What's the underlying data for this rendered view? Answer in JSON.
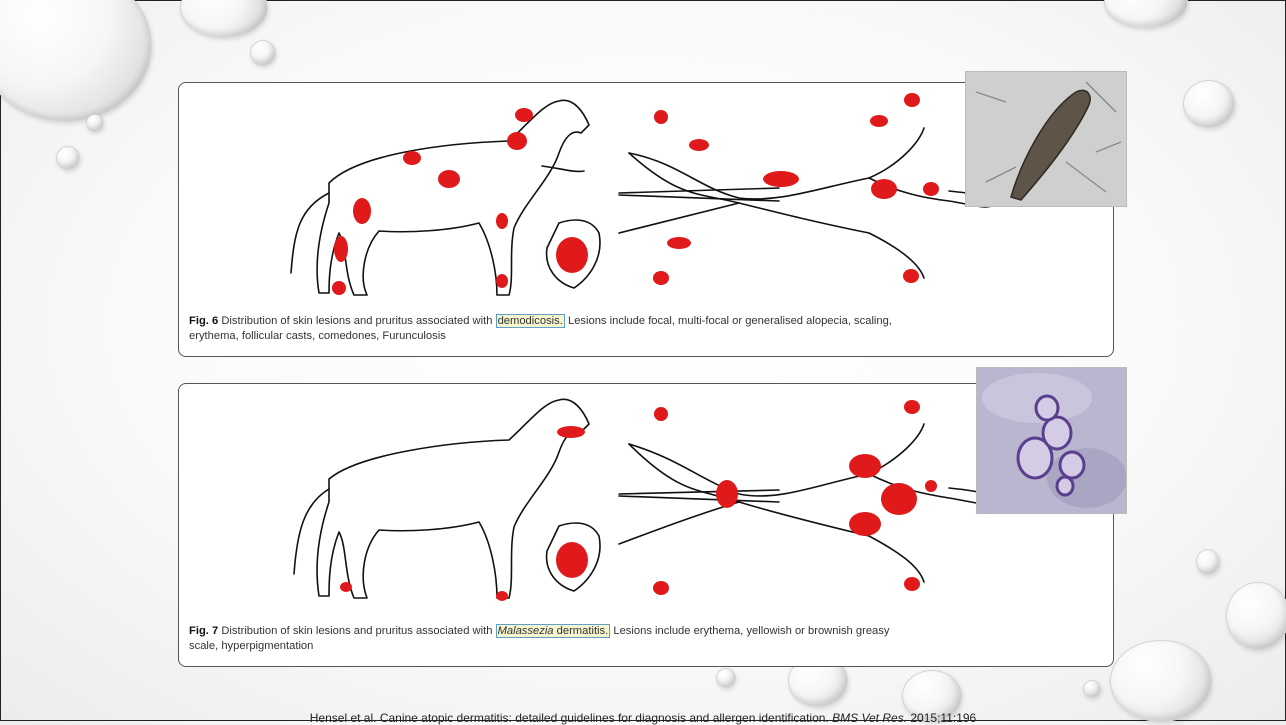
{
  "figures": [
    {
      "label": "Fig. 6",
      "text_before": "Distribution of skin lesions and pruritus associated with",
      "highlight": "demodicosis.",
      "text_after": "Lesions include focal, multi-focal or generalised alopecia, scaling,",
      "text_line2": "erythema, follicular casts, comedones, Furunculosis"
    },
    {
      "label": "Fig. 7",
      "text_before": "Distribution of skin lesions and pruritus associated with",
      "highlight_italic": "Malassezia",
      "highlight_rest": "dermatitis.",
      "text_after": "Lesions include erythema, yellowish or brownish greasy",
      "text_line2": "scale, hyperpigmentation"
    }
  ],
  "citation": {
    "prefix": "Hensel et al. Canine atopic dermatitis: detailed guidelines for diagnosis and allergen identification.",
    "journal": "BMS Vet Res.",
    "suffix": "2015;11:196"
  },
  "colors": {
    "lesion": "#e01a1a",
    "outline": "#111111",
    "border": "#555555"
  }
}
